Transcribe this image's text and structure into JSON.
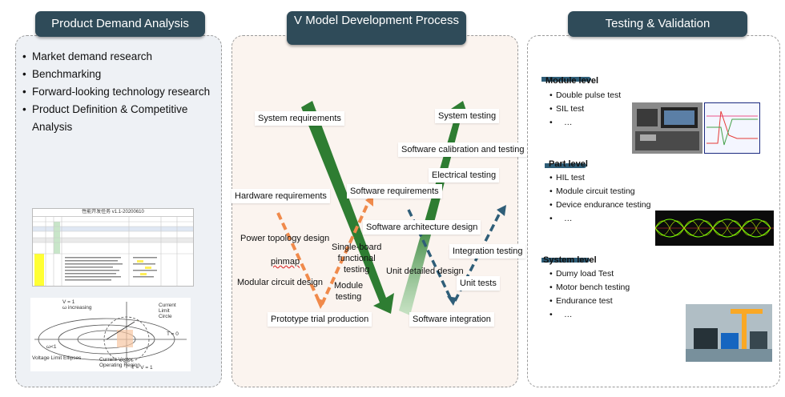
{
  "left": {
    "title": "Product Demand Analysis",
    "bullets": [
      "Market demand research",
      "Benchmarking",
      "Forward-looking technology research",
      "Product Definition & Competitive Analysis"
    ],
    "sheet_title": "性能开发任务 v1.1-20200610",
    "diagram_labels": {
      "v_increasing": "V = 1\nω increasing",
      "current_limit": "Current\nLimit\nCircle",
      "voltage_limit": "Voltage Limit Ellipses",
      "operating_region": "Current Vector\nOperating Region",
      "w1": "ω<1",
      "t0": "T = 0",
      "tv": "T = V = 1"
    }
  },
  "mid": {
    "title": "V Model Development Process",
    "labels": {
      "system_requirements": "System requirements",
      "system_testing": "System testing",
      "sw_calibration": "Software calibration and testing",
      "electrical_testing": "Electrical testing",
      "hardware_requirements": "Hardware requirements",
      "software_requirements": "Software requirements",
      "sw_architecture": "Software architecture design",
      "power_topology": "Power topology design",
      "single_board": "Single-board\nfunctional\ntesting",
      "integration_testing": "Integration testing",
      "pinmap": "pinmap",
      "unit_detailed": "Unit detailed design",
      "modular_circuit": "Modular circuit design",
      "module_testing": "Module\ntesting",
      "unit_tests": "Unit tests",
      "prototype": "Prototype trial production",
      "sw_integration": "Software integration"
    }
  },
  "right": {
    "title": "Testing & Validation",
    "module": {
      "heading": "Module level",
      "items": [
        "Double pulse test",
        "SIL test",
        "…"
      ]
    },
    "part": {
      "heading": "Part level",
      "items": [
        "HIL test",
        "Module circuit testing",
        "Device endurance testing",
        "…"
      ]
    },
    "system": {
      "heading": "System level",
      "items": [
        "Dumy load Test",
        "Motor bench testing",
        "Endurance test",
        "…"
      ]
    }
  },
  "colors": {
    "header": "#2f4b59",
    "green": "#2e7d32",
    "orange": "#f08a4b",
    "blue": "#2f5e78"
  }
}
